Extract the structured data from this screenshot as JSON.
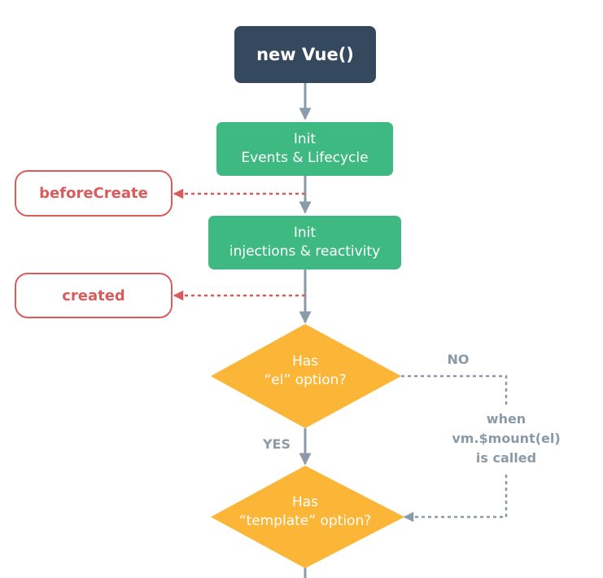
{
  "nodes": {
    "new_vue": "new Vue()",
    "init_events": {
      "line1": "Init",
      "line2": "Events & Lifecycle"
    },
    "init_injections": {
      "line1": "Init",
      "line2": "injections & reactivity"
    },
    "has_el": {
      "line1": "Has",
      "line2": "“el” option?"
    },
    "has_template": {
      "line1": "Has",
      "line2": "“template” option?"
    }
  },
  "hooks": {
    "before_create": "beforeCreate",
    "created": "created"
  },
  "labels": {
    "no": "NO",
    "yes": "YES",
    "mount": {
      "line1": "when",
      "line2": "vm.$mount(el)",
      "line3": "is called"
    }
  },
  "colors": {
    "dark_node": "#35495e",
    "green_node": "#3fb982",
    "decision": "#fbb537",
    "hook": "#db5b5b",
    "connector": "#8a9aa8"
  }
}
